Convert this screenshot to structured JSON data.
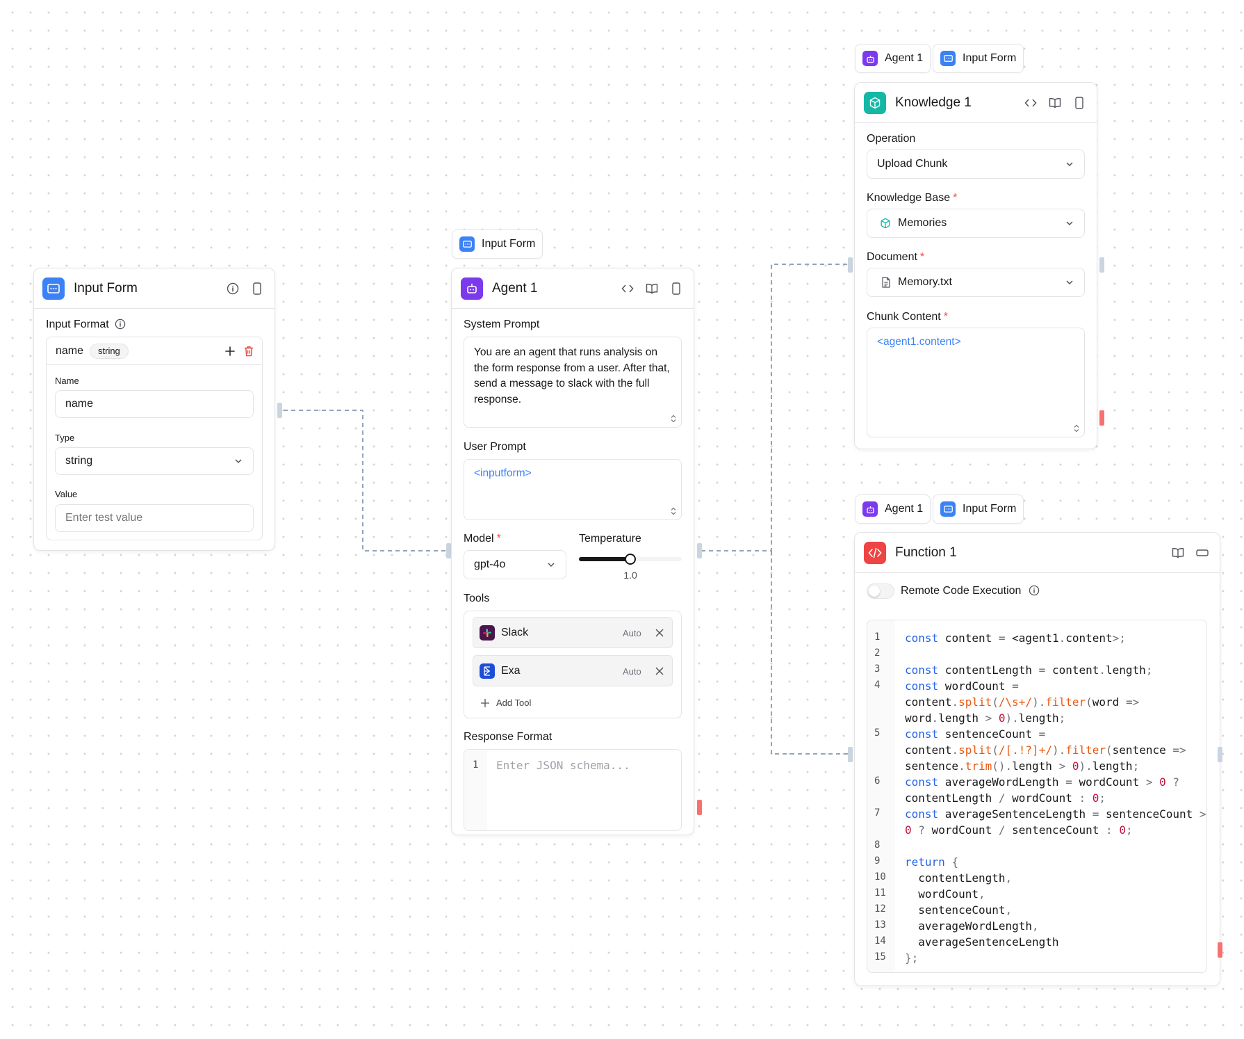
{
  "tags": {
    "agent": "Agent 1",
    "input_form": "Input Form"
  },
  "input_form_node": {
    "title": "Input Form",
    "input_format_label": "Input Format",
    "field_name": "name",
    "field_type_badge": "string",
    "name_label": "Name",
    "name_value": "name",
    "type_label": "Type",
    "type_value": "string",
    "value_label": "Value",
    "value_placeholder": "Enter test value"
  },
  "agent_node": {
    "title": "Agent 1",
    "system_prompt_label": "System Prompt",
    "system_prompt": "You are an agent that runs analysis on the form response from a user. After that, send a message to slack with the full response.",
    "user_prompt_label": "User Prompt",
    "user_prompt": "<inputform>",
    "model_label": "Model",
    "model_value": "gpt-4o",
    "temperature_label": "Temperature",
    "temperature_value": "1.0",
    "temperature_fraction": 0.5,
    "tools_label": "Tools",
    "tools": [
      {
        "name": "Slack",
        "mode": "Auto"
      },
      {
        "name": "Exa",
        "mode": "Auto"
      }
    ],
    "add_tool": "Add Tool",
    "response_format_label": "Response Format",
    "response_line_number": "1",
    "response_placeholder": "Enter JSON schema..."
  },
  "knowledge_node": {
    "title": "Knowledge 1",
    "operation_label": "Operation",
    "operation_value": "Upload Chunk",
    "kb_label": "Knowledge Base",
    "kb_value": "Memories",
    "document_label": "Document",
    "document_value": "Memory.txt",
    "chunk_label": "Chunk Content",
    "chunk_value": "<agent1.content>"
  },
  "function_node": {
    "title": "Function 1",
    "remote_label": "Remote Code Execution",
    "remote_enabled": false,
    "line_numbers": [
      "1",
      "2",
      "3",
      "4",
      "5",
      "6",
      "7",
      "8",
      "9",
      "10",
      "11",
      "12",
      "13",
      "14",
      "15"
    ],
    "code_lines": [
      "const content = <agent1.content>;",
      "",
      "const contentLength = content.length;",
      "const wordCount = content.split(/\\s+/).filter(word => word.length > 0).length;",
      "const sentenceCount = content.split(/[.!?]+/).filter(sentence => sentence.trim().length > 0).length;",
      "const averageWordLength = wordCount > 0 ? contentLength / wordCount : 0;",
      "const averageSentenceLength = sentenceCount > 0 ? wordCount / sentenceCount : 0;",
      "",
      "return {",
      "  contentLength,",
      "  wordCount,",
      "  sentenceCount,",
      "  averageWordLength,",
      "  averageSentenceLength",
      "};"
    ]
  },
  "colors": {
    "agent_purple": "#7c3aed",
    "input_blue": "#3b82f6",
    "knowledge_teal": "#14b8a6",
    "function_red": "#ef4444",
    "link_blue": "#3b82f6",
    "required_red": "#ef4444"
  }
}
